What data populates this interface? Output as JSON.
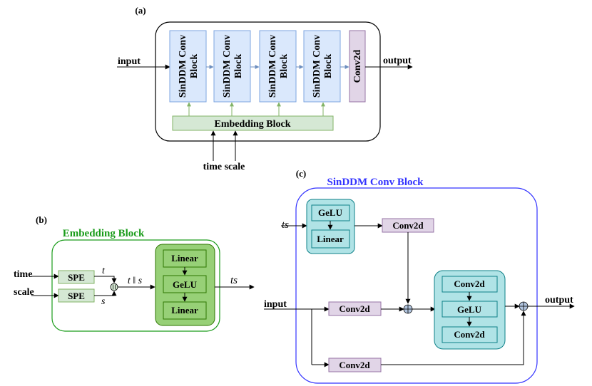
{
  "panels": {
    "a": {
      "tag": "(a)"
    },
    "b": {
      "tag": "(b)",
      "title": "Embedding Block"
    },
    "c": {
      "tag": "(c)",
      "title": "SinDDM Conv Block"
    }
  },
  "colors": {
    "conv_block_fill": "#dae8fc",
    "conv_block_stroke": "#7ea6e0",
    "conv2d_fill": "#e1d5e7",
    "conv2d_stroke": "#9673a6",
    "embed_fill": "#d5e8d4",
    "embed_stroke": "#82b366",
    "embed_title": "#1a9c1a",
    "sinddm_title": "#3333ff",
    "sinddm_border": "#3333ff",
    "teal_fill": "#b0e3e6",
    "teal_stroke": "#0e8088",
    "mlp_outer_fill": "#97d077",
    "mlp_outer_stroke": "#2d7600",
    "blue_arrow": "#6c8ebf",
    "green_arrow": "#82b366"
  },
  "a": {
    "blocks": [
      "SinDDM Conv Block",
      "SinDDM Conv Block",
      "SinDDM Conv Block",
      "SinDDM Conv Block"
    ],
    "conv": "Conv2d",
    "embedding": "Embedding Block",
    "input": "input",
    "output": "output",
    "time_scale": "time scale"
  },
  "b": {
    "time": "time",
    "scale": "scale",
    "spe1": "SPE",
    "spe2": "SPE",
    "t": "t",
    "s": "s",
    "concat": "t ‖ s",
    "mlp": [
      "Linear",
      "GeLU",
      "Linear"
    ],
    "ts": "ts"
  },
  "c": {
    "ts": "ts",
    "gelu": "GeLU",
    "linear": "Linear",
    "conv_top": "Conv2d",
    "input": "input",
    "conv_mid": "Conv2d",
    "conv_bot": "Conv2d",
    "stack": [
      "Conv2d",
      "GeLU",
      "Conv2d"
    ],
    "output": "output"
  }
}
